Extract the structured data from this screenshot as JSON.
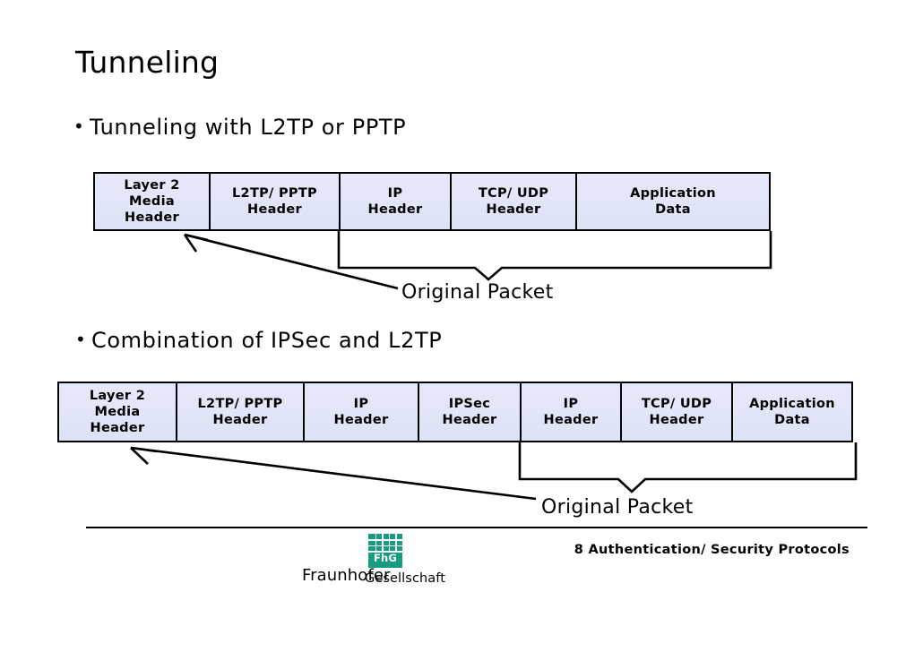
{
  "slide": {
    "title": "Tunneling",
    "bullet_marker": "•"
  },
  "bullets": [
    {
      "text": "Tunneling with L2TP or PPTP"
    },
    {
      "text": "Combination of IPSec and L2TP"
    }
  ],
  "diagrams": [
    {
      "name": "tunneling-l2tp-pptp-packet",
      "cells": [
        {
          "lines": [
            "Layer 2",
            "Media",
            "Header"
          ]
        },
        {
          "lines": [
            "L2TP/ PPTP",
            "Header"
          ]
        },
        {
          "lines": [
            "IP",
            "Header"
          ]
        },
        {
          "lines": [
            "TCP/ UDP",
            "Header"
          ]
        },
        {
          "lines": [
            "Application",
            "Data"
          ]
        }
      ],
      "caption": "Original Packet"
    },
    {
      "name": "ipsec-l2tp-combination-packet",
      "cells": [
        {
          "lines": [
            "Layer 2",
            "Media",
            "Header"
          ]
        },
        {
          "lines": [
            "L2TP/ PPTP",
            "Header"
          ]
        },
        {
          "lines": [
            "IP",
            "Header"
          ]
        },
        {
          "lines": [
            "IPSec",
            "Header"
          ]
        },
        {
          "lines": [
            "IP",
            "Header"
          ]
        },
        {
          "lines": [
            "TCP/ UDP",
            "Header"
          ]
        },
        {
          "lines": [
            "Application",
            "Data"
          ]
        }
      ],
      "caption": "Original Packet"
    }
  ],
  "footer": {
    "note": "8 Authentication/ Security Protocols",
    "logo_mark": "FhG",
    "brand_primary": "Fraunhofer",
    "brand_secondary": "Gesellschaft"
  },
  "colors": {
    "cell_fill": "#e2e6f8",
    "cell_border": "#000000",
    "logo_teal": "#179c82",
    "text": "#000000",
    "background": "#ffffff"
  }
}
